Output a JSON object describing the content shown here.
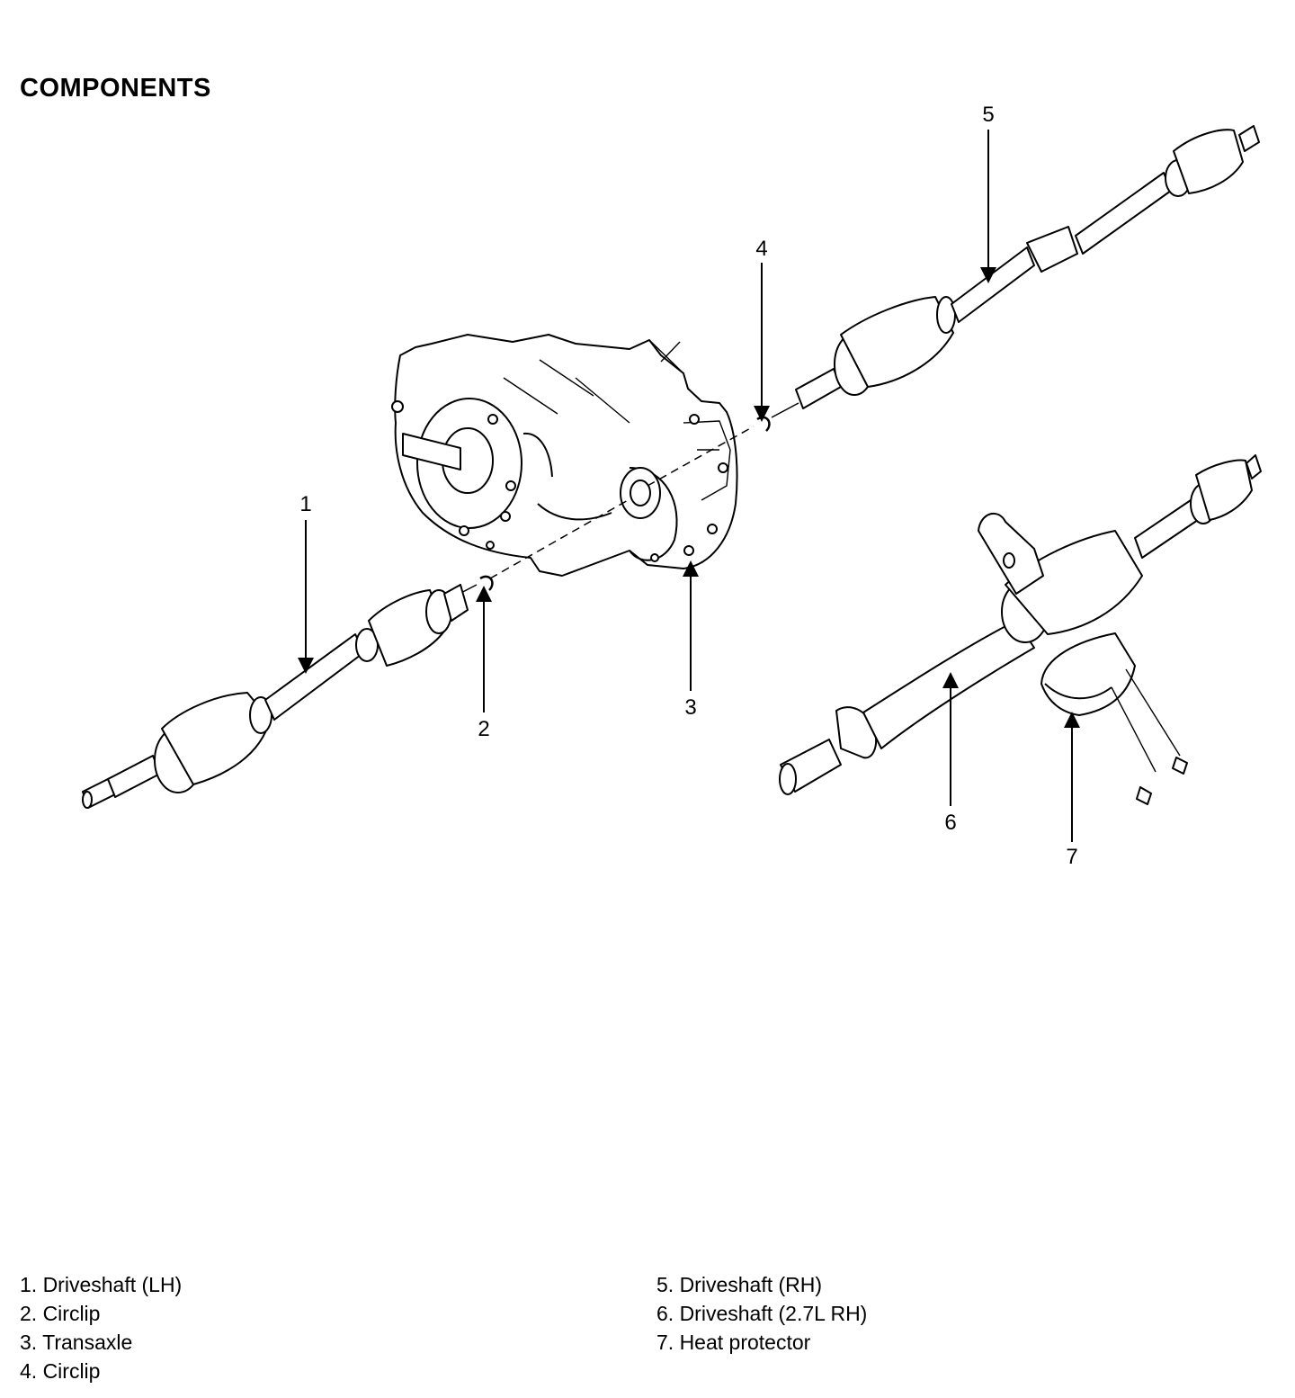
{
  "title": "COMPONENTS",
  "callouts": [
    "1",
    "2",
    "3",
    "4",
    "5",
    "6",
    "7"
  ],
  "legend": {
    "left": [
      "1. Driveshaft (LH)",
      "2. Circlip",
      "3. Transaxle",
      "4. Circlip"
    ],
    "right": [
      "5. Driveshaft (RH)",
      "6. Driveshaft (2.7L RH)",
      "7. Heat protector"
    ]
  }
}
